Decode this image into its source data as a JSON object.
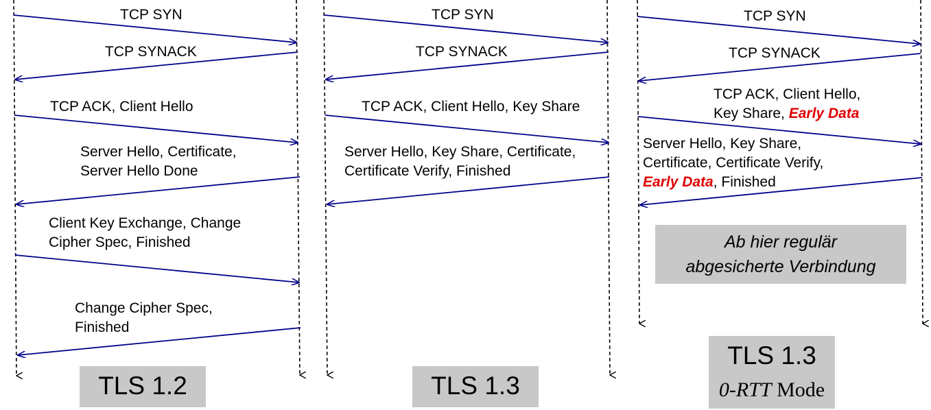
{
  "colors": {
    "arrow": "#00008b",
    "lifeline": "#000000",
    "highlight": "#e00000",
    "box": "#c8c8c8"
  },
  "panels": [
    {
      "title": "TLS 1.2",
      "messages": [
        {
          "lines": [
            "TCP SYN"
          ]
        },
        {
          "lines": [
            "TCP SYNACK"
          ]
        },
        {
          "lines": [
            "TCP ACK, Client Hello"
          ]
        },
        {
          "lines": [
            "Server Hello, Certificate,",
            "Server Hello Done"
          ]
        },
        {
          "lines": [
            "Client Key Exchange, Change",
            "Cipher Spec, Finished"
          ]
        },
        {
          "lines": [
            "Change Cipher Spec,",
            "Finished"
          ]
        }
      ]
    },
    {
      "title": "TLS 1.3",
      "messages": [
        {
          "lines": [
            "TCP SYN"
          ]
        },
        {
          "lines": [
            "TCP SYNACK"
          ]
        },
        {
          "lines": [
            "TCP ACK, Client Hello, Key Share"
          ]
        },
        {
          "lines": [
            "Server Hello, Key Share, Certificate,",
            "Certificate Verify, Finished"
          ]
        }
      ]
    },
    {
      "title": "TLS 1.3",
      "subtitle_italic": "0-RTT",
      "subtitle_rest": " Mode",
      "messages": [
        {
          "lines": [
            "TCP SYN"
          ]
        },
        {
          "lines": [
            "TCP SYNACK"
          ]
        },
        {
          "line1": "TCP ACK, Client Hello,",
          "line2_pre": "Key Share, ",
          "line2_early": "Early Data"
        },
        {
          "line1": "Server Hello, Key Share,",
          "line2": "Certificate, Certificate Verify,",
          "line3_early": "Early Data",
          "line3_post": ", Finished"
        }
      ],
      "note": [
        "Ab hier regulär",
        "abgesicherte Verbindung"
      ]
    }
  ]
}
